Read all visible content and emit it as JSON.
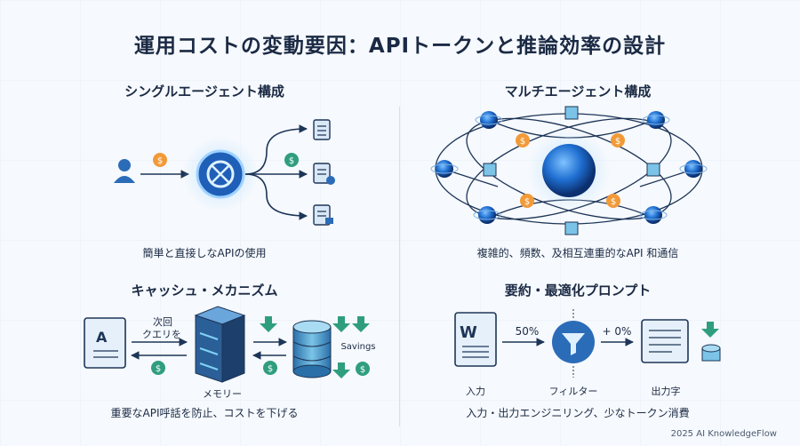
{
  "title": "運用コストの変動要因：APIトークンと推論効率の設計",
  "panels": {
    "single": {
      "title": "シングルエージェント構成",
      "caption": "簡単と直接しなAPIの使用"
    },
    "multi": {
      "title": "マルチエージェント構成",
      "caption": "複雑的、頻数、及相互連重的なAPI 和通信"
    },
    "cache": {
      "title": "キャッシュ・メカニズム",
      "caption": "重要なAPI呼話を防止、コストを下げる",
      "next_query": "次回",
      "next_query2": "クエリを",
      "memory": "メモリー",
      "savings": "Savings"
    },
    "prompt": {
      "title": "要約・最適化プロンプト",
      "caption": "入力・出力エンジニリング、少なトークン消費",
      "input": "入力",
      "filter": "フィルター",
      "output": "出力字",
      "pct1": "50%",
      "pct2": "+ 0%"
    }
  },
  "footer": "2025 AI KnowledgeFlow",
  "colors": {
    "navy": "#1d3557",
    "blue": "#2b6cb8",
    "orange": "#f29a38",
    "green": "#2f9e7e"
  }
}
